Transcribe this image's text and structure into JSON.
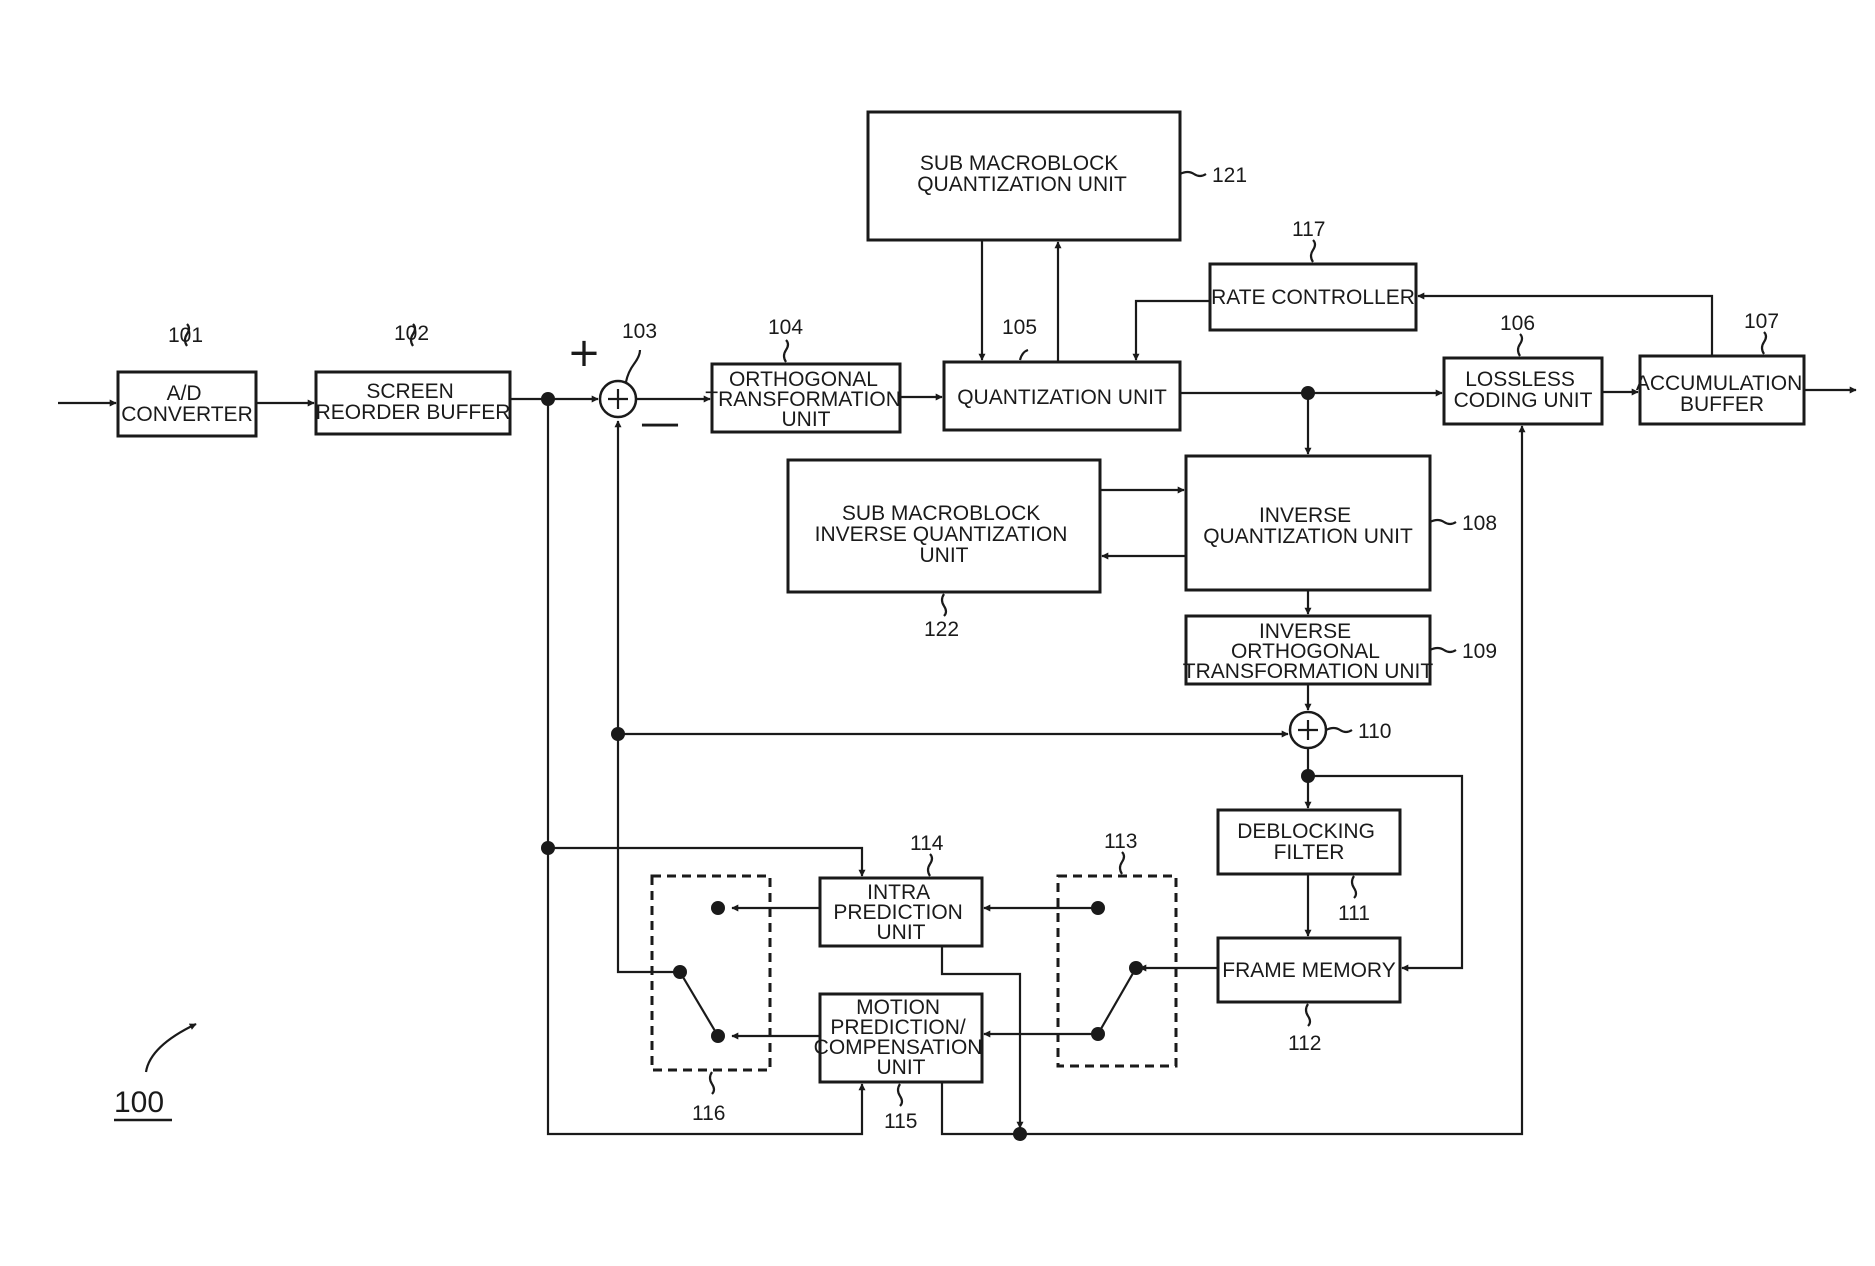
{
  "figure_number": "100",
  "blocks": {
    "ad": {
      "ref": "101",
      "lines": [
        "A/D",
        "CONVERTER"
      ]
    },
    "srb": {
      "ref": "102",
      "lines": [
        "SCREEN",
        "REORDER BUFFER"
      ]
    },
    "sub": {
      "ref": "103"
    },
    "ortho": {
      "ref": "104",
      "lines": [
        "ORTHOGONAL",
        "TRANSFORMATION",
        "UNIT"
      ]
    },
    "quant": {
      "ref": "105",
      "lines": [
        "QUANTIZATION UNIT"
      ]
    },
    "lossless": {
      "ref": "106",
      "lines": [
        "LOSSLESS",
        "CODING UNIT"
      ]
    },
    "accum": {
      "ref": "107",
      "lines": [
        "ACCUMULATION",
        "BUFFER"
      ]
    },
    "invq": {
      "ref": "108",
      "lines": [
        "INVERSE",
        "QUANTIZATION UNIT"
      ]
    },
    "invo": {
      "ref": "109",
      "lines": [
        "INVERSE",
        "ORTHOGONAL",
        "TRANSFORMATION UNIT"
      ]
    },
    "add": {
      "ref": "110"
    },
    "deblock": {
      "ref": "111",
      "lines": [
        "DEBLOCKING",
        "FILTER"
      ]
    },
    "fmem": {
      "ref": "112",
      "lines": [
        "FRAME MEMORY"
      ]
    },
    "sw113": {
      "ref": "113"
    },
    "intra": {
      "ref": "114",
      "lines": [
        "INTRA",
        "PREDICTION",
        "UNIT"
      ]
    },
    "motion": {
      "ref": "115",
      "lines": [
        "MOTION",
        "PREDICTION/",
        "COMPENSATION",
        "UNIT"
      ]
    },
    "sw116": {
      "ref": "116"
    },
    "rate": {
      "ref": "117",
      "lines": [
        "RATE CONTROLLER"
      ]
    },
    "subq": {
      "ref": "121",
      "lines": [
        "SUB MACROBLOCK",
        "QUANTIZATION UNIT"
      ]
    },
    "subiq": {
      "ref": "122",
      "lines": [
        "SUB MACROBLOCK",
        "INVERSE QUANTIZATION",
        "UNIT"
      ]
    }
  },
  "signs": {
    "plus": "+",
    "minus": "—"
  }
}
